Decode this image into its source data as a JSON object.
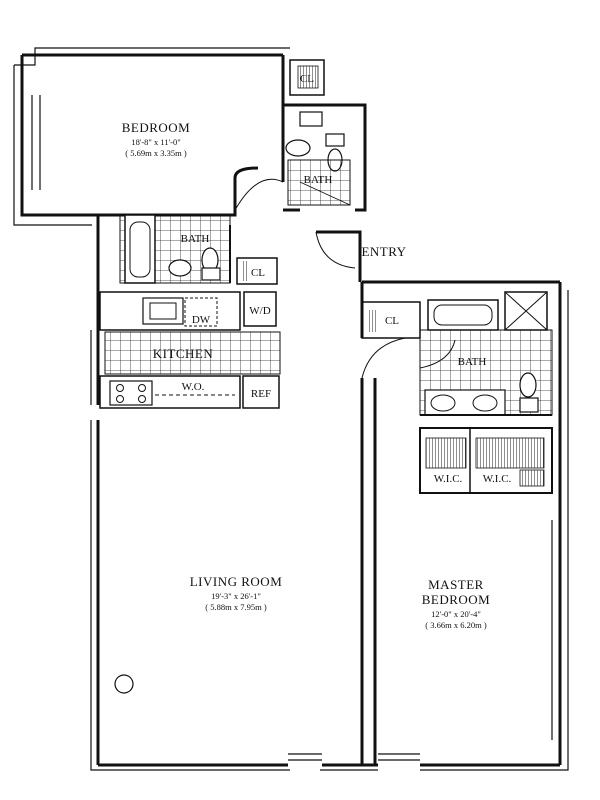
{
  "plan": {
    "rooms": {
      "bedroom": {
        "name": "BEDROOM",
        "dim1": "18'-8\" x 11'-0\"",
        "dim2": "( 5.69m x 3.35m )"
      },
      "living": {
        "name": "LIVING ROOM",
        "dim1": "19'-3\" x 26'-1\"",
        "dim2": "( 5.88m x 7.95m )"
      },
      "master": {
        "name1": "MASTER",
        "name2": "BEDROOM",
        "dim1": "12'-0\" x 20'-4\"",
        "dim2": "( 3.66m x 6.20m )"
      },
      "kitchen": {
        "name": "KITCHEN"
      },
      "entry": {
        "name": "ENTRY"
      },
      "bath_top": {
        "name": "BATH"
      },
      "bath_mid": {
        "name": "BATH"
      },
      "bath_master": {
        "name": "BATH"
      }
    },
    "fixtures": {
      "cl_top": "CL",
      "cl_mid": "CL",
      "cl_entry": "CL",
      "dw": "DW",
      "wd": "W/D",
      "wo": "W.O.",
      "ref": "REF",
      "wic_left": "W.I.C.",
      "wic_right": "W.I.C."
    }
  }
}
